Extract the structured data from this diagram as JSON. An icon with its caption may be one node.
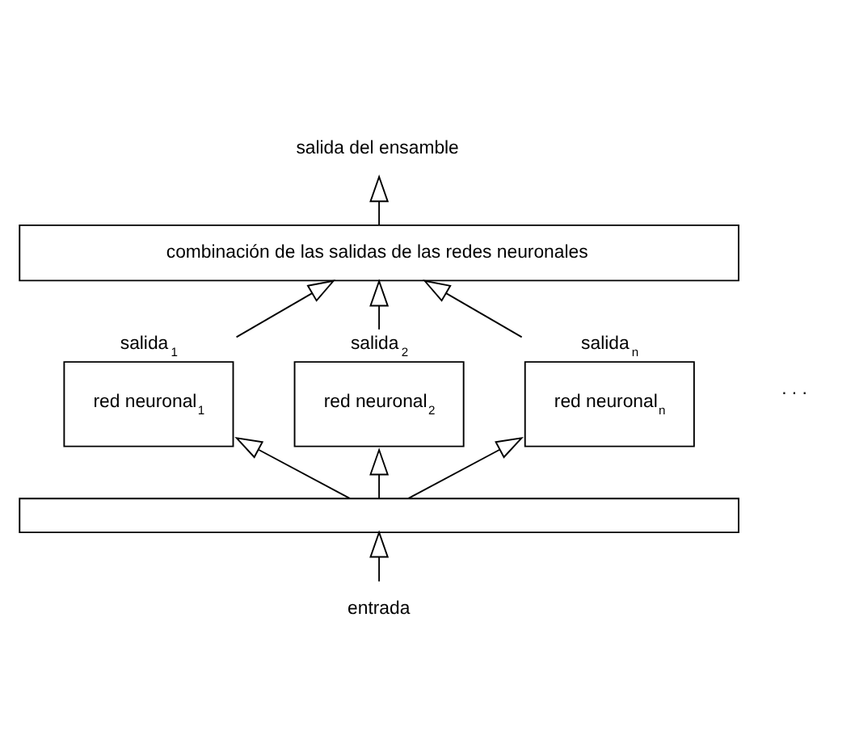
{
  "diagram": {
    "nodes": [
      {
        "text": [
          "salida del ensamble"
        ]
      },
      {
        "text": [
          "combinación de las salidas de las redes neuronales"
        ]
      },
      {
        "text": [
          "red neuronal$_{1}$"
        ],
        "beside": [
          "salida$_{1}$"
        ]
      },
      {
        "text": [
          "red neuronal$_{2}$"
        ],
        "beside": [
          "salida$_{2}$"
        ]
      },
      {
        "text": [
          "red neuronal$_{n}$"
        ],
        "beside": [
          "salida$_{n}$"
        ]
      },
      {
        "text": [],
        "shape": "bar"
      },
      {
        "text": [
          "entrada"
        ]
      }
    ],
    "edges": [
      {
        "from": 1,
        "to": 0,
        "arrow": "to"
      },
      {
        "from": 2,
        "to": 1,
        "arrow": "to"
      },
      {
        "from": 3,
        "to": 1,
        "arrow": "to"
      },
      {
        "from": 4,
        "to": 1,
        "arrow": "to"
      },
      {
        "from": 5,
        "to": 2,
        "arrow": "to"
      },
      {
        "from": 5,
        "to": 3,
        "arrow": "to"
      },
      {
        "from": 5,
        "to": 4,
        "arrow": "to"
      },
      {
        "from": 6,
        "to": 5,
        "arrow": "to"
      }
    ],
    "labels": [
      ". . ."
    ]
  }
}
